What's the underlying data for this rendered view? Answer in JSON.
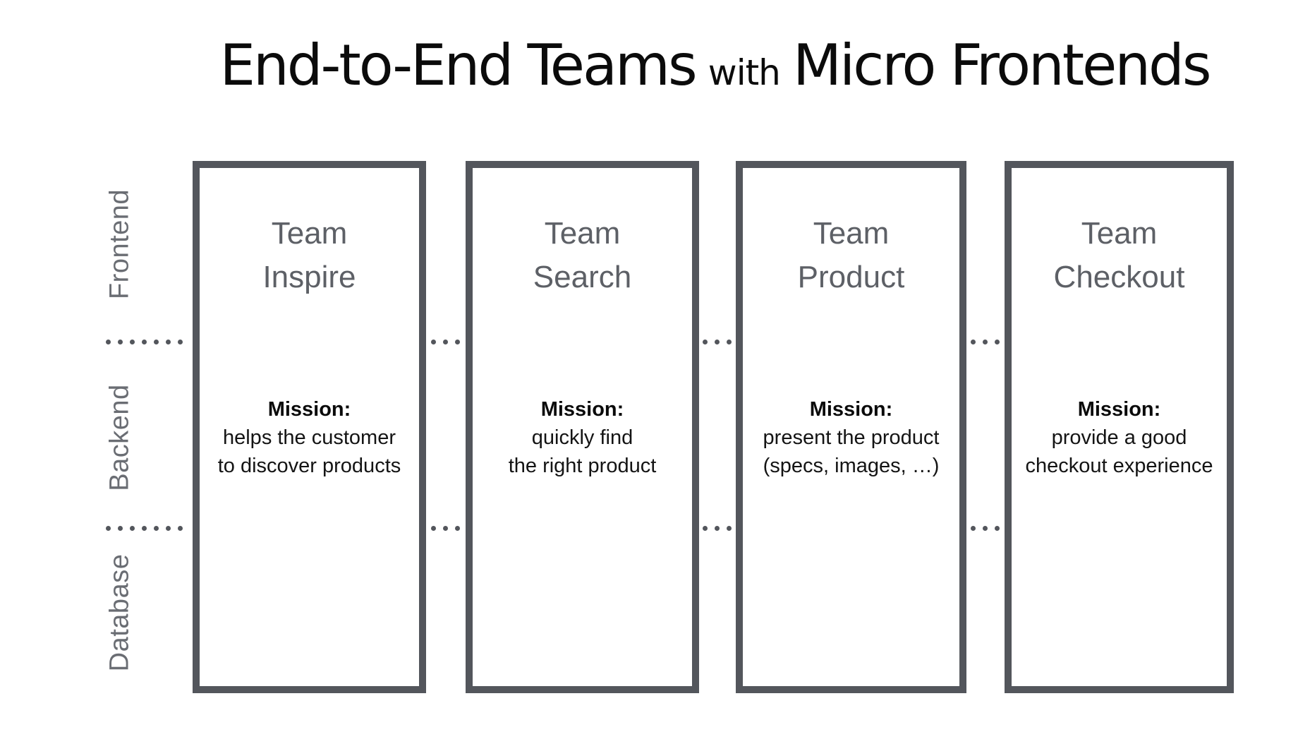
{
  "title": {
    "part1": "End-to-End Teams",
    "part2": "with",
    "part3": "Micro Frontends"
  },
  "side_labels": {
    "frontend": "Frontend",
    "backend": "Backend",
    "database": "Database"
  },
  "teams": [
    {
      "name_line1": "Team",
      "name_line2": "Inspire",
      "mission_heading": "Mission:",
      "mission_line1": "helps the customer",
      "mission_line2": "to discover products"
    },
    {
      "name_line1": "Team",
      "name_line2": "Search",
      "mission_heading": "Mission:",
      "mission_line1": "quickly find",
      "mission_line2": "the right product"
    },
    {
      "name_line1": "Team",
      "name_line2": "Product",
      "mission_heading": "Mission:",
      "mission_line1": "present the product",
      "mission_line2": "(specs, images, …)"
    },
    {
      "name_line1": "Team",
      "name_line2": "Checkout",
      "mission_heading": "Mission:",
      "mission_line1": "provide a good",
      "mission_line2": "checkout experience"
    }
  ],
  "colors": {
    "box_border": "#53565c",
    "team_name_text": "#5d6066",
    "side_label_text": "#6a6d73",
    "dot_color": "#53565c",
    "title_text": "#0b0b0b",
    "mission_text": "#141414"
  }
}
